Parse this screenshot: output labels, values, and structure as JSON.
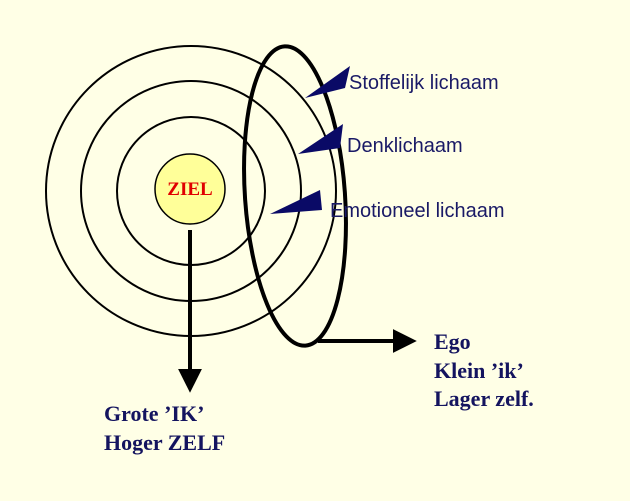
{
  "diagram": {
    "core": {
      "label": "ZIEL"
    },
    "layers": [
      {
        "label": "Stoffelijk lichaam"
      },
      {
        "label": "Denklichaam"
      },
      {
        "label": "Emotioneel lichaam"
      }
    ],
    "higher_self": {
      "lines": [
        "Grote ’IK’",
        "Hoger ZELF"
      ]
    },
    "ego": {
      "lines": [
        "Ego",
        "Klein ’ik’",
        "Lager zelf."
      ]
    }
  },
  "colors": {
    "background": "#FFFFE6",
    "core_fill": "#FFFF99",
    "core_text": "#E00000",
    "pointer": "#0A0A66",
    "text": "#14145F",
    "line": "#000000"
  }
}
